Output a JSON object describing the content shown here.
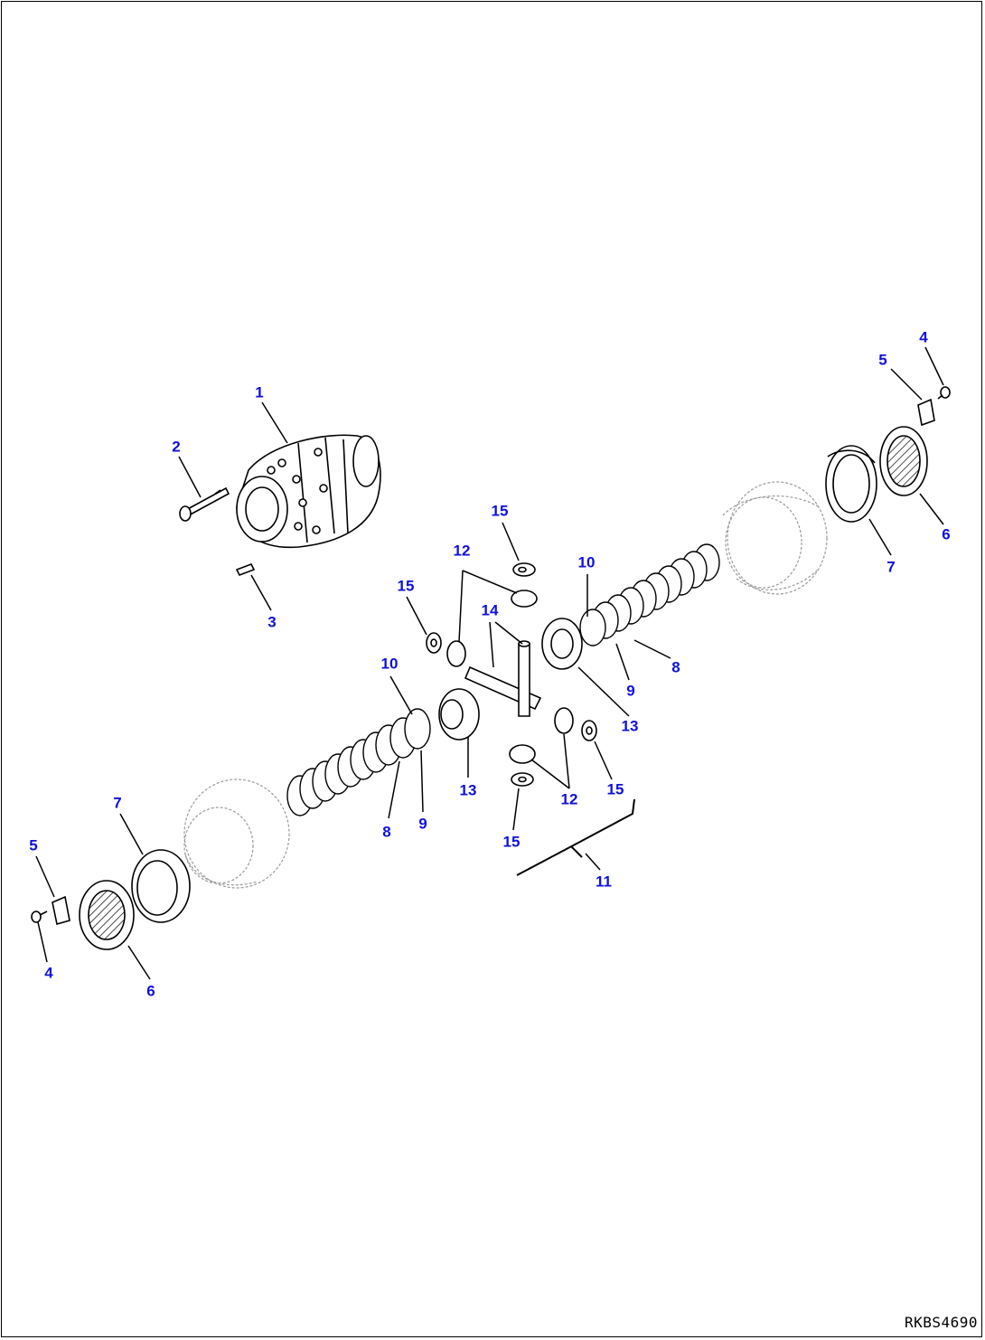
{
  "drawing_code": "RKBS4690",
  "callouts": {
    "c1": "1",
    "c2": "2",
    "c3": "3",
    "c4a": "4",
    "c5a": "5",
    "c6a": "6",
    "c7a": "7",
    "c4b": "4",
    "c5b": "5",
    "c6b": "6",
    "c7b": "7",
    "c8a": "8",
    "c9a": "9",
    "c10a": "10",
    "c8b": "8",
    "c9b": "9",
    "c10b": "10",
    "c11": "11",
    "c12a": "12",
    "c12b": "12",
    "c13a": "13",
    "c13b": "13",
    "c14": "14",
    "c15a": "15",
    "c15b": "15",
    "c15c": "15",
    "c15d": "15"
  },
  "colors": {
    "callout": "#1010dd",
    "line": "#000000",
    "ghost": "#9a9a9a"
  }
}
